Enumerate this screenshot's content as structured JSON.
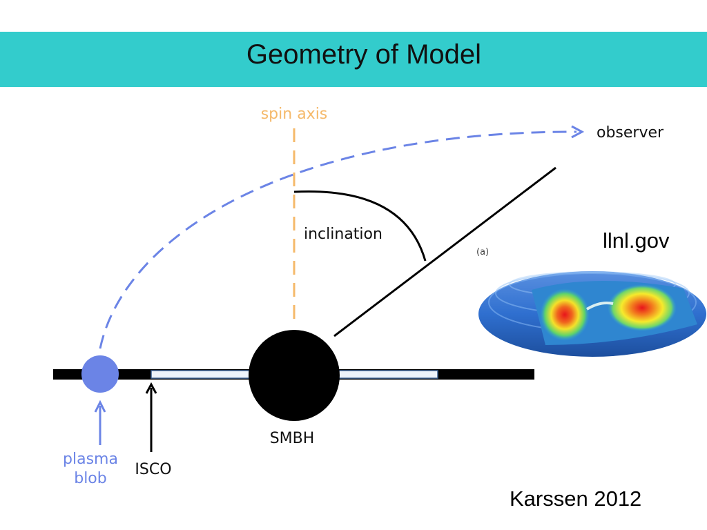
{
  "slide": {
    "title": "Geometry of Model",
    "credits": {
      "image_source": "llnl.gov",
      "citation": "Karssen 2012"
    }
  },
  "diagram": {
    "labels": {
      "spin_axis": "spin axis",
      "observer": "observer",
      "inclination": "inclination",
      "smbh": "SMBH",
      "isco": "ISCO",
      "plasma_blob_line1": "plasma",
      "plasma_blob_line2": "blob",
      "inset_panel": "(a)"
    },
    "colors": {
      "title_bar": "#33cccc",
      "spin_axis": "#f5b96a",
      "plasma_blob": "#6b84e6",
      "orbit_path": "#6b84e6",
      "black_hole": "#000000",
      "disk_fill": "#eef3fa",
      "disk_edge": "#3a5f8f"
    }
  }
}
